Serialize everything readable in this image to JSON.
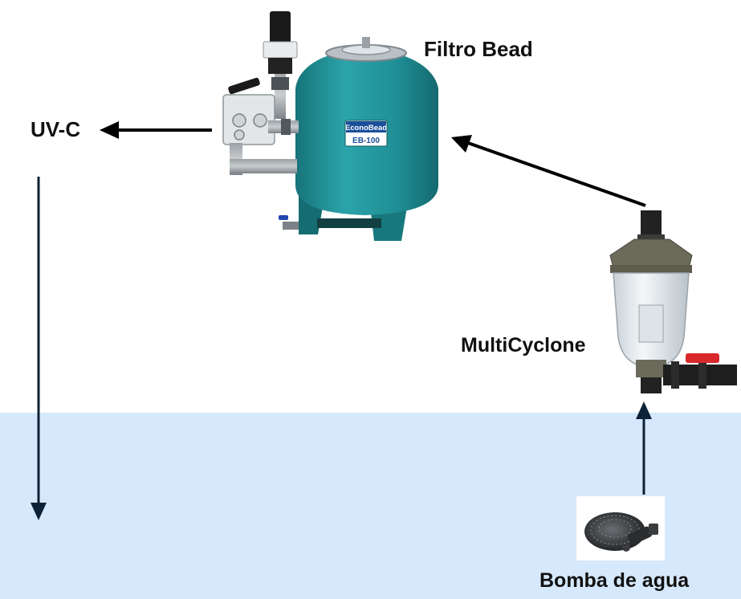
{
  "labels": {
    "filter": "Filtro Bead",
    "uvc": "UV-C",
    "cyclone": "MultiCyclone",
    "pump": "Bomba de agua"
  },
  "filter_badge": {
    "brand": "EconoBead",
    "model": "EB-100"
  },
  "colors": {
    "water": "#d6e8fb",
    "tank": "#1f8f95",
    "arrow": "#000000",
    "arrow_water": "#0d2236",
    "valve_red": "#d8282b"
  }
}
